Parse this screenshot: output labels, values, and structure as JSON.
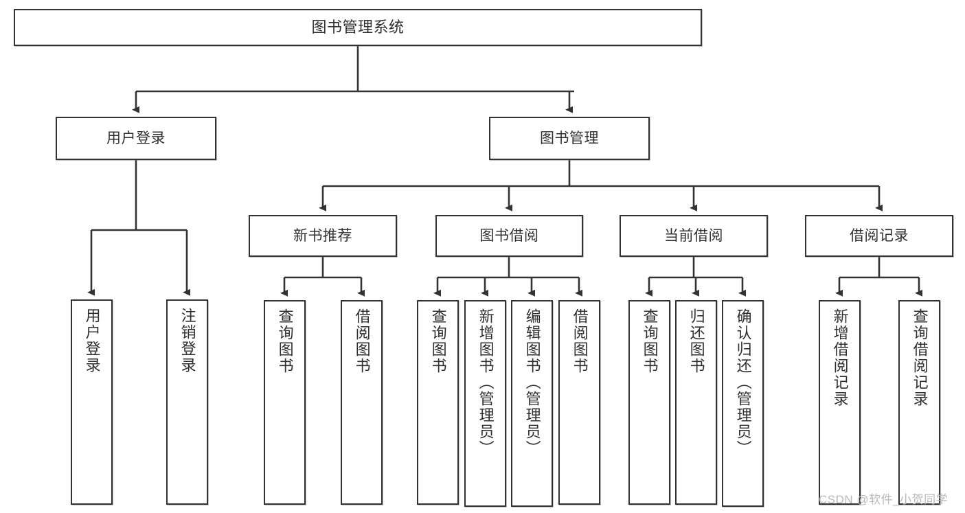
{
  "diagram": {
    "title": "图书管理系统",
    "type": "hierarchy-tree",
    "root": {
      "label": "图书管理系统"
    },
    "level1": [
      {
        "label": "用户登录"
      },
      {
        "label": "图书管理"
      }
    ],
    "level2": [
      {
        "label": "新书推荐"
      },
      {
        "label": "图书借阅"
      },
      {
        "label": "当前借阅"
      },
      {
        "label": "借阅记录"
      }
    ],
    "leaves": {
      "user_login": [
        {
          "label": "用户登录"
        },
        {
          "label": "注销登录"
        }
      ],
      "new_book_recommend": [
        {
          "label": "查询图书"
        },
        {
          "label": "借阅图书"
        }
      ],
      "book_borrow": [
        {
          "label": "查询图书"
        },
        {
          "label": "新增图书（管理员）"
        },
        {
          "label": "编辑图书（管理员）"
        },
        {
          "label": "借阅图书"
        }
      ],
      "current_borrow": [
        {
          "label": "查询图书"
        },
        {
          "label": "归还图书"
        },
        {
          "label": "确认归还（管理员）"
        }
      ],
      "borrow_record": [
        {
          "label": "新增借阅记录"
        },
        {
          "label": "查询借阅记录"
        }
      ]
    }
  },
  "watermark": {
    "text": "CSDN @软件_小贺同学"
  },
  "colors": {
    "stroke": "#333333",
    "text": "#2f2f2f",
    "background": "#ffffff",
    "watermark": "#b9b9b9"
  }
}
